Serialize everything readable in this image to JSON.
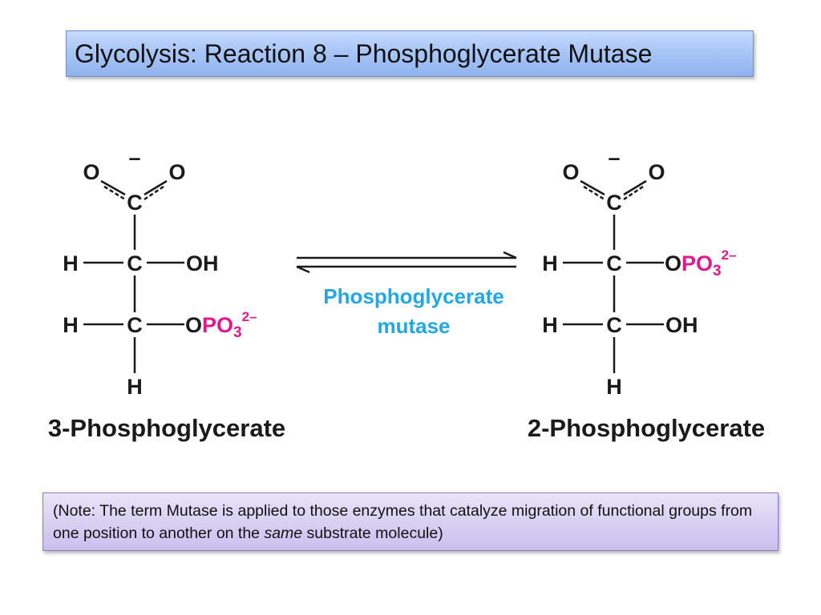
{
  "slide": {
    "title": "Glycolysis:  Reaction 8 – Phosphoglycerate Mutase"
  },
  "reaction": {
    "enzyme_line1": "Phosphoglycerate",
    "enzyme_line2": "mutase",
    "arrow_type": "reversible-equilibrium"
  },
  "atoms": {
    "oxygen": "O",
    "carbon": "C",
    "hydrogen": "H",
    "hydroxyl": "OH",
    "charge_minus": "–",
    "phosphate_po": "PO",
    "phosphate_sub": "3",
    "phosphate_charge": "2–"
  },
  "substrate": {
    "name": "3-Phosphoglycerate"
  },
  "product": {
    "name": "2-Phosphoglycerate"
  },
  "note": {
    "before_italic": "(Note:  The term Mutase is applied to those enzymes that catalyze migration of functional groups from one position to another on the ",
    "italic": "same",
    "after_italic": " substrate molecule)"
  },
  "colors": {
    "phosphate": "#e0188c",
    "enzyme": "#22a7e0",
    "title_bg": "#a9c6f7",
    "note_bg": "#d7cdf2"
  }
}
